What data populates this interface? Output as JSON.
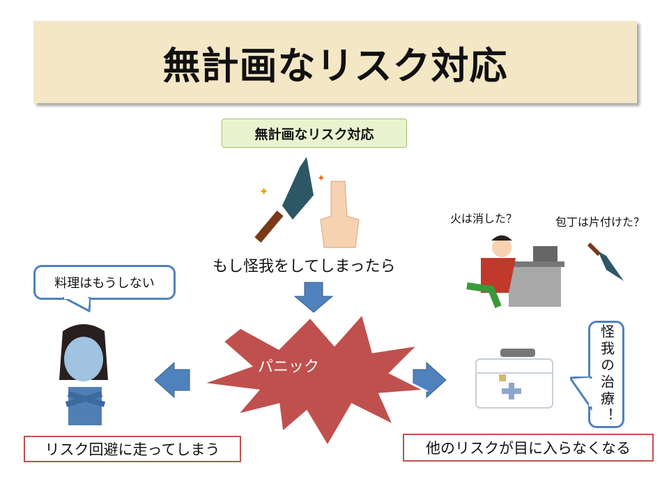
{
  "title": "無計画なリスク対応",
  "subtitle": "無計画なリスク対応",
  "trigger": "もし怪我をしてしまったら",
  "center": "パニック",
  "left": {
    "speech": "料理はもうしない",
    "result": "リスク回避に走ってしまう"
  },
  "right": {
    "thought1": "火は消した？",
    "thought2": "包丁は片付けた？",
    "speech": "怪我の治療！",
    "result": "他のリスクが目に入らなくなる"
  },
  "colors": {
    "arrow": "#4f81bd",
    "burst": "#c0504d",
    "banner": "#f3e7c6"
  }
}
